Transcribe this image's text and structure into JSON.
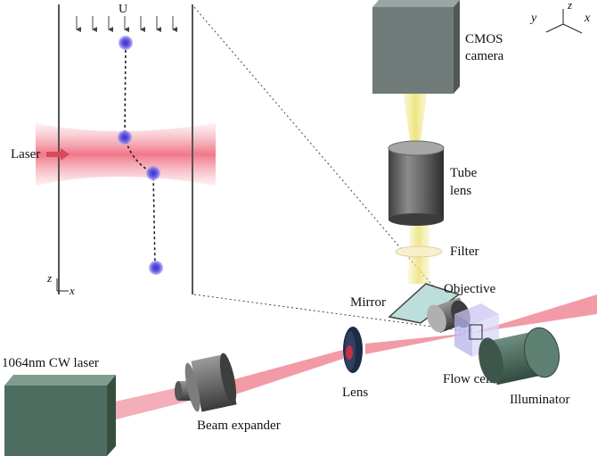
{
  "inset": {
    "flow_label": "U",
    "laser_label": "Laser",
    "axis_z": "z",
    "axis_x": "x"
  },
  "orientation": {
    "axis_y": "y",
    "axis_z": "z",
    "axis_x": "x"
  },
  "components": {
    "camera_line1": "CMOS",
    "camera_line2": "camera",
    "tube_lens_line1": "Tube",
    "tube_lens_line2": "lens",
    "filter": "Filter",
    "objective": "Objective",
    "mirror": "Mirror",
    "laser_source": "1064nm CW laser",
    "beam_expander": "Beam expander",
    "lens": "Lens",
    "flow_cell": "Flow cell",
    "illuminator": "Illuminator"
  },
  "colors": {
    "laser_beam": "#f07585",
    "particle": "#6a5ae0",
    "laser_box": "#4d6e60",
    "camera_box": "#6f7a78",
    "gray_metal": "#8a8a8a",
    "light_path": "#efe48a"
  }
}
